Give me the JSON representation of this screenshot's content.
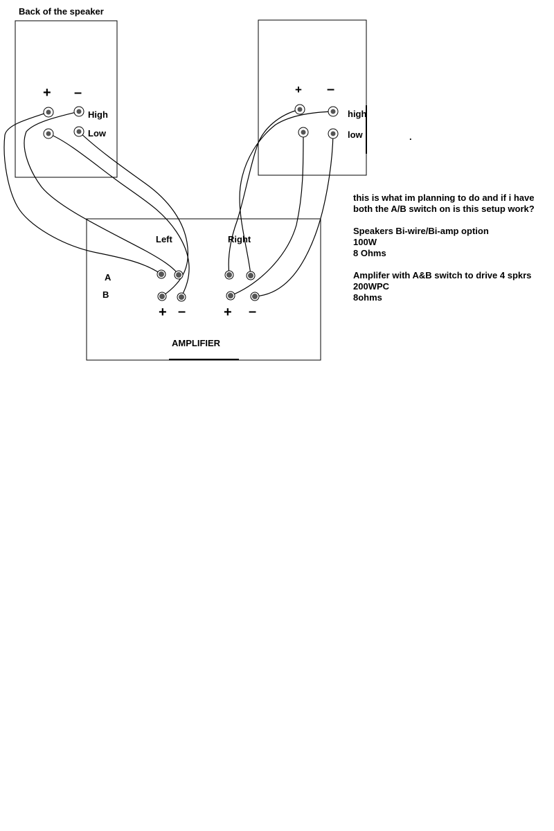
{
  "speaker_left": {
    "caption": "Back of the speaker",
    "plus": "+",
    "minus": "–",
    "high_label": "High",
    "low_label": "Low"
  },
  "speaker_right": {
    "plus": "+",
    "minus": "–",
    "high_label": "high",
    "low_label": "low"
  },
  "amplifier": {
    "title": "AMPLIFIER",
    "left_label": "Left",
    "right_label": "Right",
    "a_label": "A",
    "b_label": "B",
    "plus": "+",
    "minus": "–"
  },
  "notes": {
    "line1": "this is what im planning to do and if i have",
    "line2": "both the A/B switch on is this setup work?",
    "line3": "Speakers Bi-wire/Bi-amp option",
    "line4": "100W",
    "line5": "8 Ohms",
    "line6": "Amplifer with A&B switch to drive 4 spkrs",
    "line7": "200WPC",
    "line8": "8ohms"
  },
  "stray_dot": "."
}
